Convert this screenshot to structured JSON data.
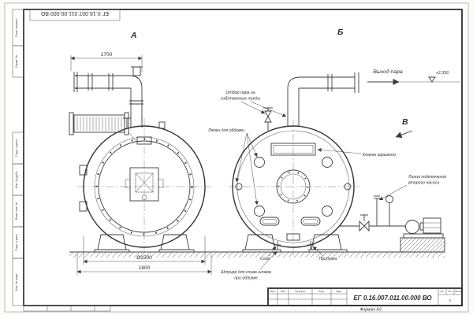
{
  "sheet": {
    "doc_number": "ЕГ 0.16.007.011.00.000  ВО",
    "format": "Формат А3",
    "stamp": {
      "izm": "Изм.",
      "list": "Лист",
      "doc": "№ докум.",
      "podp": "Подп.",
      "data": "Дата",
      "lit": "Лит.",
      "list2": "Лист",
      "listov": "Листов",
      "sheet_no": "1"
    }
  },
  "margins": {
    "labels": [
      "Перв. примен.",
      "Справ. №",
      "Подп. и дата",
      "Инв. № дубл.",
      "Взам. инв. №",
      "Подп. и дата",
      "Инв. № подл."
    ]
  },
  "views": {
    "a": "А",
    "b": "Б",
    "v": "В"
  },
  "dims": {
    "pipe_length": "1700",
    "shell_diameter": "Ø1500",
    "overall_width": "1800",
    "elevation": "+2,350"
  },
  "labels": {
    "steam_outlet": "Выход пара",
    "steam_tap_1": "Отбор пара на",
    "steam_tap_2": "собственные нужды",
    "soot_hatches": "Лючки для обдувки",
    "explosion_valve": "Клапан взрывной",
    "pump_line_1": "Линия подключения",
    "pump_line_2": "второго насоса",
    "drain": "Слив",
    "blowdown": "Продувка",
    "sludge_1": "Штуцер для слива шлама",
    "sludge_2": "при обдувке"
  }
}
